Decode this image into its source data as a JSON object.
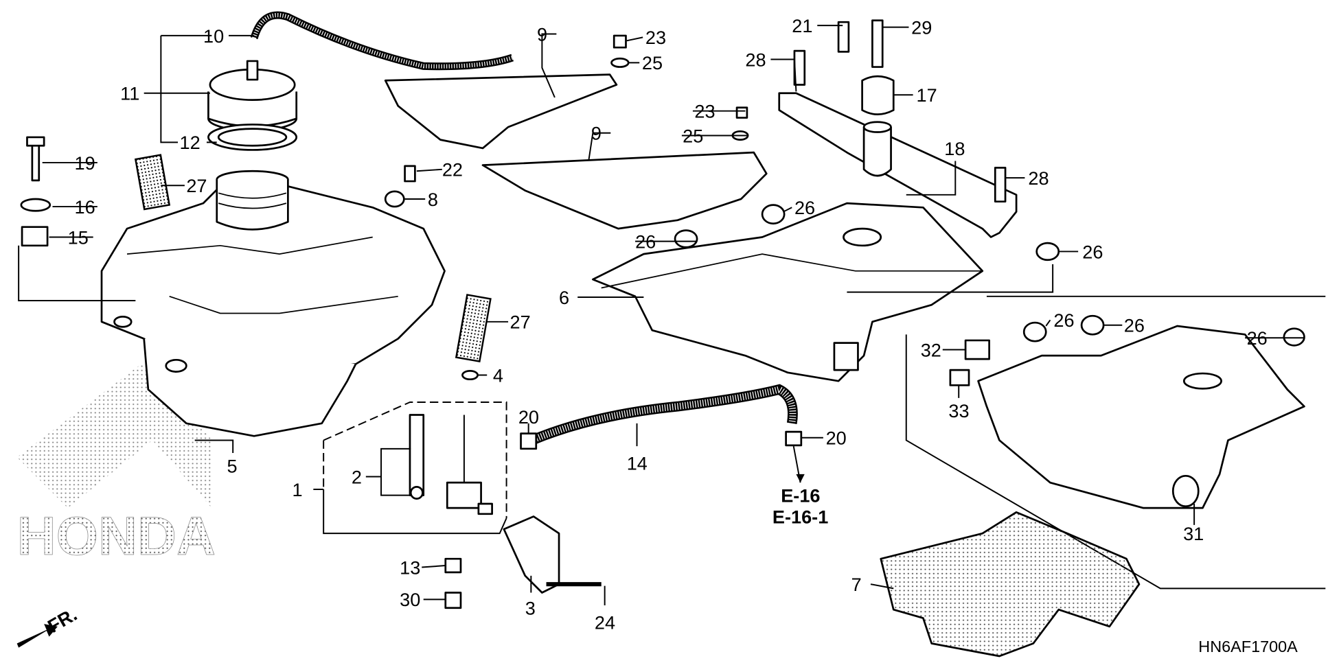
{
  "diagram": {
    "code": "HN6AF1700A",
    "watermark_logo": "HONDA",
    "front_indicator": "FR.",
    "references": [
      "E-16",
      "E-16-1"
    ],
    "callouts": {
      "c10": "10",
      "c11": "11",
      "c12": "12",
      "c19": "19",
      "c16": "16",
      "c15": "15",
      "c27a": "27",
      "c22": "22",
      "c8": "8",
      "c5": "5",
      "c27b": "27",
      "c4": "4",
      "c2": "2",
      "c1": "1",
      "c13": "13",
      "c30": "30",
      "c3": "3",
      "c24": "24",
      "c20a": "20",
      "c14": "14",
      "c20b": "20",
      "c9a": "9",
      "c23a": "23",
      "c25a": "25",
      "c9b": "9",
      "c23b": "23",
      "c25b": "25",
      "c26a": "26",
      "c26b": "26",
      "c6": "6",
      "c21": "21",
      "c29": "29",
      "c28a": "28",
      "c17": "17",
      "c18": "18",
      "c28b": "28",
      "c26c": "26",
      "c26d": "26",
      "c26e": "26",
      "c32": "32",
      "c33": "33",
      "c26f": "26",
      "c31": "31",
      "c7": "7"
    }
  }
}
